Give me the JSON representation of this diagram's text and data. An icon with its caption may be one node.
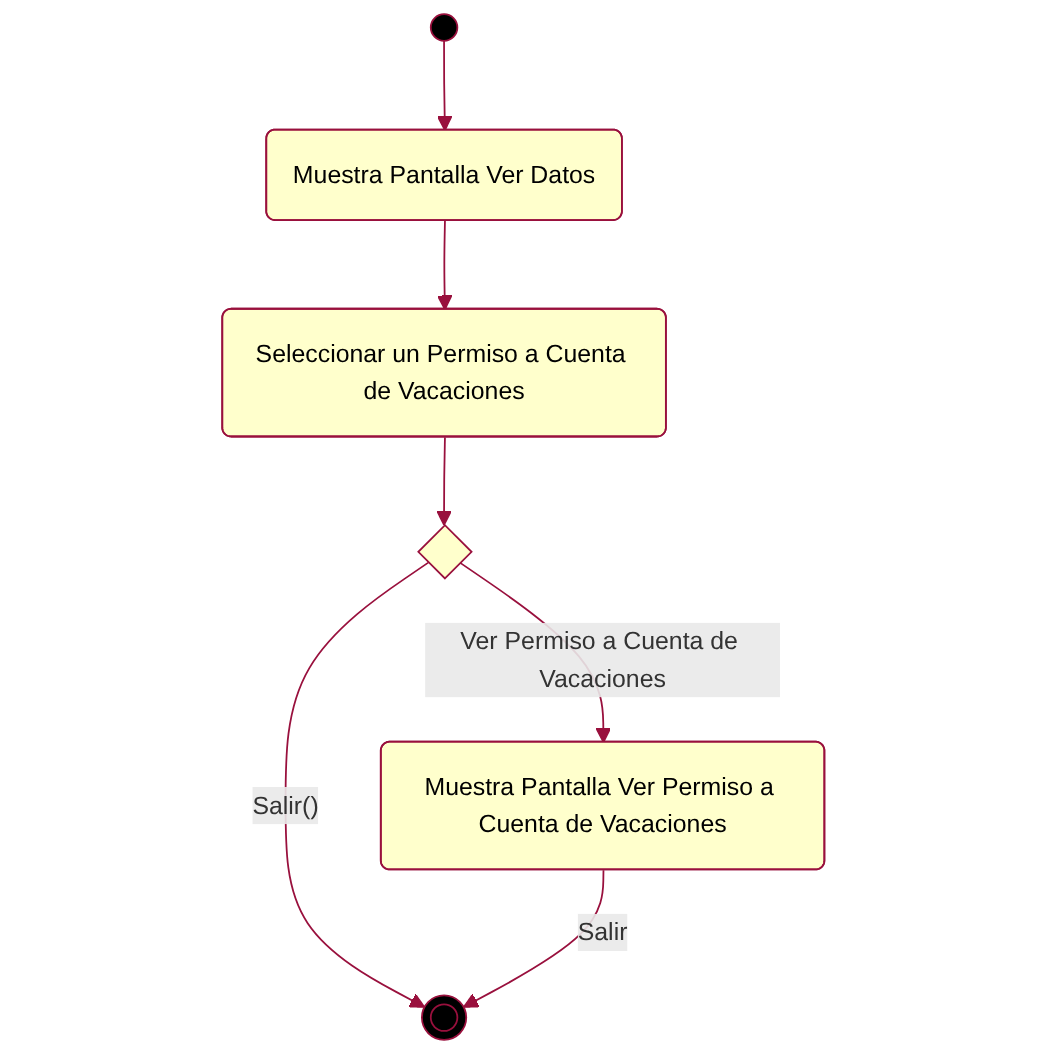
{
  "diagram": {
    "nodes": [
      {
        "text": [],
        "shape": "circle"
      },
      {
        "text": [
          "Muestra Pantalla Ver Datos"
        ]
      },
      {
        "text": [
          "Seleccionar un Permiso a Cuenta de Vacaciones"
        ]
      },
      {
        "text": [],
        "shape": "diamond"
      },
      {
        "text": [],
        "shape": "circle"
      },
      {
        "text": [
          "Muestra Pantalla Ver Permiso a Cuenta de Vacaciones"
        ]
      }
    ],
    "edges": [
      {
        "from": 0,
        "to": 1,
        "arrow": "to"
      },
      {
        "from": 1,
        "to": 2,
        "arrow": "to"
      },
      {
        "from": 2,
        "to": 3,
        "arrow": "to"
      },
      {
        "from": 3,
        "to": 4,
        "arrow": "to",
        "label": "Salir()"
      },
      {
        "from": 3,
        "to": 5,
        "arrow": "to",
        "label": "Ver Permiso a Cuenta de Vacaciones"
      },
      {
        "from": 5,
        "to": 4,
        "arrow": "to",
        "label": "Salir"
      }
    ]
  }
}
